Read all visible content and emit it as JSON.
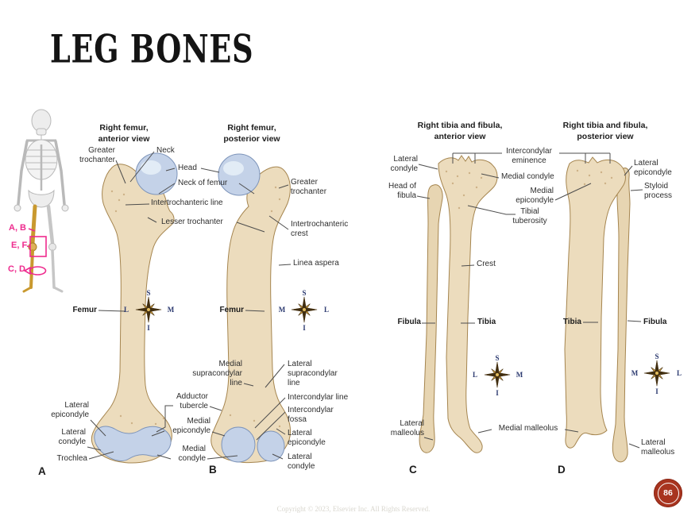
{
  "slide": {
    "title": "LEG BONES",
    "page_number": "86",
    "copyright": "Copyright © 2023, Elsevier Inc. All Rights Reserved."
  },
  "colors": {
    "bone": "#ecdcbd",
    "bone_outline": "#a5854f",
    "cartilage": "#c4d2e8",
    "cartilage_outline": "#7d94ba",
    "annotation_pink": "#ee2b8e",
    "badge_red": "#a8341f",
    "leader_line": "#4d4d4d"
  },
  "inset": {
    "highlight_ab": "A, B",
    "highlight_ef": "E, F",
    "highlight_cd": "C, D"
  },
  "compass": {
    "superior": "S",
    "inferior": "I",
    "lateral": "L",
    "medial": "M"
  },
  "femur_panel": {
    "anterior_header": "Right femur,\nanterior view",
    "posterior_header": "Right femur,\nposterior view",
    "labels": {
      "greater_trochanter_ant": "Greater\ntrochanter",
      "neck": "Neck",
      "head": "Head",
      "neck_of_femur": "Neck of femur",
      "intertrochanteric_line": "Intertrochanteric line",
      "lesser_trochanter": "Lesser trochanter",
      "greater_trochanter_post": "Greater\ntrochanter",
      "intertrochanteric_crest": "Intertrochanteric\ncrest",
      "linea_aspera": "Linea aspera",
      "femur_ant": "Femur",
      "femur_post": "Femur",
      "medial_supracondylar_line": "Medial\nsupracondylar\nline",
      "adductor_tubercle": "Adductor\ntubercle",
      "medial_epicondyle": "Medial\nepicondyle",
      "medial_condyle": "Medial\ncondyle",
      "lateral_epicondyle_a": "Lateral\nepicondyle",
      "lateral_condyle_a": "Lateral\ncondyle",
      "trochlea": "Trochlea",
      "lateral_supracondylar_line": "Lateral\nsupracondylar\nline",
      "intercondylar_line": "Intercondylar line",
      "intercondylar_fossa": "Intercondylar\nfossa",
      "lateral_epicondyle_b": "Lateral\nepicondyle",
      "lateral_condyle_b": "Lateral\ncondyle",
      "marker_a": "A",
      "marker_b": "B"
    }
  },
  "tibia_panel": {
    "anterior_header": "Right tibia and fibula,\nanterior view",
    "posterior_header": "Right tibia and fibula,\nposterior view",
    "labels": {
      "lateral_condyle": "Lateral\ncondyle",
      "head_of_fibula": "Head of\nfibula",
      "intercondylar_eminence": "Intercondylar\neminence",
      "medial_condyle": "Medial condyle",
      "medial_epicondyle": "Medial\nepicondyle",
      "tibial_tuberosity": "Tibial\ntuberosity",
      "crest": "Crest",
      "fibula_ant": "Fibula",
      "tibia_ant": "Tibia",
      "tibia_post": "Tibia",
      "fibula_post": "Fibula",
      "medial_malleolus": "Medial malleolus",
      "lateral_malleolus_ant": "Lateral\nmalleolus",
      "lateral_epicondyle": "Lateral\nepicondyle",
      "styloid_process": "Styloid\nprocess",
      "lateral_malleolus_post": "Lateral\nmalleolus",
      "marker_c": "C",
      "marker_d": "D"
    }
  }
}
